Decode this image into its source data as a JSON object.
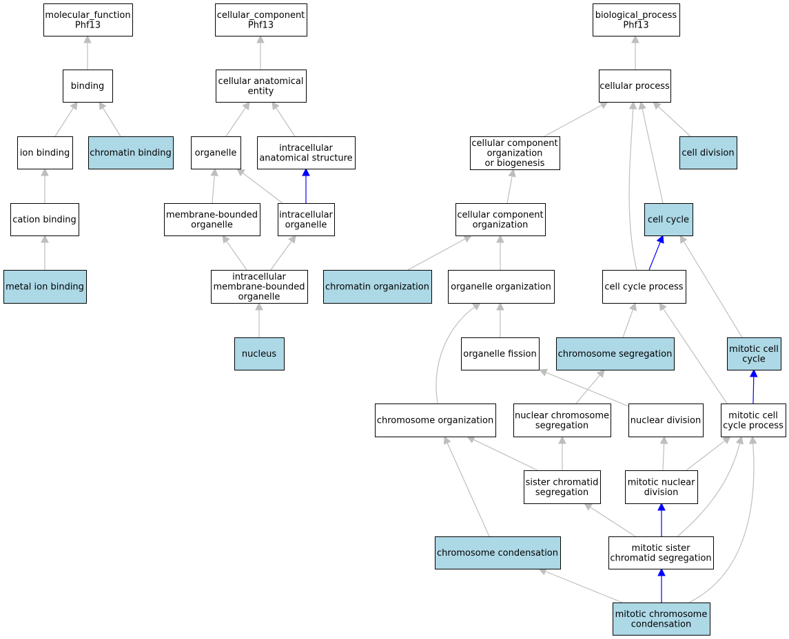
{
  "colors": {
    "highlight_fill": "#add8e6",
    "plain_fill": "#ffffff",
    "is_a_edge": "#bebebe",
    "part_of_edge": "#0000ff"
  },
  "nodes": [
    {
      "id": "mf_root",
      "lines": [
        "molecular_function",
        "Phf13"
      ],
      "highlight": false
    },
    {
      "id": "binding",
      "lines": [
        "binding"
      ],
      "highlight": false
    },
    {
      "id": "ion_binding",
      "lines": [
        "ion binding"
      ],
      "highlight": false
    },
    {
      "id": "chromatin_binding",
      "lines": [
        "chromatin binding"
      ],
      "highlight": true
    },
    {
      "id": "cation_binding",
      "lines": [
        "cation binding"
      ],
      "highlight": false
    },
    {
      "id": "metal_ion_binding",
      "lines": [
        "metal ion binding"
      ],
      "highlight": true
    },
    {
      "id": "cc_root",
      "lines": [
        "cellular_component",
        "Phf13"
      ],
      "highlight": false
    },
    {
      "id": "cellular_anatomical_entity",
      "lines": [
        "cellular anatomical",
        "entity"
      ],
      "highlight": false
    },
    {
      "id": "organelle",
      "lines": [
        "organelle"
      ],
      "highlight": false
    },
    {
      "id": "intracellular_anatomical_structure",
      "lines": [
        "intracellular",
        "anatomical structure"
      ],
      "highlight": false
    },
    {
      "id": "membrane_bounded_organelle",
      "lines": [
        "membrane-bounded",
        "organelle"
      ],
      "highlight": false
    },
    {
      "id": "intracellular_organelle",
      "lines": [
        "intracellular",
        "organelle"
      ],
      "highlight": false
    },
    {
      "id": "intracellular_mb_organelle",
      "lines": [
        "intracellular",
        "membrane-bounded",
        "organelle"
      ],
      "highlight": false
    },
    {
      "id": "nucleus",
      "lines": [
        "nucleus"
      ],
      "highlight": true
    },
    {
      "id": "bp_root",
      "lines": [
        "biological_process",
        "Phf13"
      ],
      "highlight": false
    },
    {
      "id": "cellular_process",
      "lines": [
        "cellular process"
      ],
      "highlight": false
    },
    {
      "id": "cc_org_biogenesis",
      "lines": [
        "cellular component",
        "organization",
        "or biogenesis"
      ],
      "highlight": false
    },
    {
      "id": "cell_division",
      "lines": [
        "cell division"
      ],
      "highlight": true
    },
    {
      "id": "cc_organization",
      "lines": [
        "cellular component",
        "organization"
      ],
      "highlight": false
    },
    {
      "id": "cell_cycle",
      "lines": [
        "cell cycle"
      ],
      "highlight": true
    },
    {
      "id": "chromatin_organization",
      "lines": [
        "chromatin organization"
      ],
      "highlight": true
    },
    {
      "id": "organelle_organization",
      "lines": [
        "organelle organization"
      ],
      "highlight": false
    },
    {
      "id": "cell_cycle_process",
      "lines": [
        "cell cycle process"
      ],
      "highlight": false
    },
    {
      "id": "organelle_fission",
      "lines": [
        "organelle fission"
      ],
      "highlight": false
    },
    {
      "id": "chromosome_segregation",
      "lines": [
        "chromosome segregation"
      ],
      "highlight": true
    },
    {
      "id": "mitotic_cell_cycle",
      "lines": [
        "mitotic cell",
        "cycle"
      ],
      "highlight": true
    },
    {
      "id": "chromosome_organization",
      "lines": [
        "chromosome organization"
      ],
      "highlight": false
    },
    {
      "id": "nuclear_chromosome_segregation",
      "lines": [
        "nuclear chromosome",
        "segregation"
      ],
      "highlight": false
    },
    {
      "id": "nuclear_division",
      "lines": [
        "nuclear division"
      ],
      "highlight": false
    },
    {
      "id": "mitotic_cell_cycle_process",
      "lines": [
        "mitotic cell",
        "cycle process"
      ],
      "highlight": false
    },
    {
      "id": "sister_chromatid_segregation",
      "lines": [
        "sister chromatid",
        "segregation"
      ],
      "highlight": false
    },
    {
      "id": "mitotic_nuclear_division",
      "lines": [
        "mitotic nuclear",
        "division"
      ],
      "highlight": false
    },
    {
      "id": "chromosome_condensation",
      "lines": [
        "chromosome condensation"
      ],
      "highlight": true
    },
    {
      "id": "mitotic_sister_chromatid_segregation",
      "lines": [
        "mitotic sister",
        "chromatid segregation"
      ],
      "highlight": false
    },
    {
      "id": "mitotic_chromosome_condensation",
      "lines": [
        "mitotic chromosome",
        "condensation"
      ],
      "highlight": true
    }
  ],
  "edges": [
    {
      "from": "binding",
      "to": "mf_root",
      "type": "is_a"
    },
    {
      "from": "ion_binding",
      "to": "binding",
      "type": "is_a"
    },
    {
      "from": "chromatin_binding",
      "to": "binding",
      "type": "is_a"
    },
    {
      "from": "cation_binding",
      "to": "ion_binding",
      "type": "is_a"
    },
    {
      "from": "metal_ion_binding",
      "to": "cation_binding",
      "type": "is_a"
    },
    {
      "from": "cellular_anatomical_entity",
      "to": "cc_root",
      "type": "is_a"
    },
    {
      "from": "organelle",
      "to": "cellular_anatomical_entity",
      "type": "is_a"
    },
    {
      "from": "intracellular_anatomical_structure",
      "to": "cellular_anatomical_entity",
      "type": "is_a"
    },
    {
      "from": "membrane_bounded_organelle",
      "to": "organelle",
      "type": "is_a"
    },
    {
      "from": "intracellular_organelle",
      "to": "organelle",
      "type": "is_a"
    },
    {
      "from": "intracellular_organelle",
      "to": "intracellular_anatomical_structure",
      "type": "part_of"
    },
    {
      "from": "intracellular_mb_organelle",
      "to": "membrane_bounded_organelle",
      "type": "is_a"
    },
    {
      "from": "intracellular_mb_organelle",
      "to": "intracellular_organelle",
      "type": "is_a"
    },
    {
      "from": "nucleus",
      "to": "intracellular_mb_organelle",
      "type": "is_a"
    },
    {
      "from": "cellular_process",
      "to": "bp_root",
      "type": "is_a"
    },
    {
      "from": "cc_org_biogenesis",
      "to": "cellular_process",
      "type": "is_a"
    },
    {
      "from": "cell_division",
      "to": "cellular_process",
      "type": "is_a"
    },
    {
      "from": "cell_cycle",
      "to": "cellular_process",
      "type": "is_a"
    },
    {
      "from": "cell_cycle_process",
      "to": "cellular_process",
      "type": "is_a"
    },
    {
      "from": "cc_organization",
      "to": "cc_org_biogenesis",
      "type": "is_a"
    },
    {
      "from": "cell_cycle_process",
      "to": "cell_cycle",
      "type": "part_of"
    },
    {
      "from": "chromatin_organization",
      "to": "cc_organization",
      "type": "is_a"
    },
    {
      "from": "organelle_organization",
      "to": "cc_organization",
      "type": "is_a"
    },
    {
      "from": "organelle_fission",
      "to": "organelle_organization",
      "type": "is_a"
    },
    {
      "from": "chromosome_organization",
      "to": "organelle_organization",
      "type": "is_a"
    },
    {
      "from": "chromosome_segregation",
      "to": "cell_cycle_process",
      "type": "is_a"
    },
    {
      "from": "mitotic_cell_cycle_process",
      "to": "cell_cycle_process",
      "type": "is_a"
    },
    {
      "from": "mitotic_cell_cycle",
      "to": "cell_cycle",
      "type": "is_a"
    },
    {
      "from": "mitotic_cell_cycle_process",
      "to": "mitotic_cell_cycle",
      "type": "part_of"
    },
    {
      "from": "nuclear_chromosome_segregation",
      "to": "chromosome_segregation",
      "type": "is_a"
    },
    {
      "from": "nuclear_division",
      "to": "organelle_fission",
      "type": "is_a"
    },
    {
      "from": "sister_chromatid_segregation",
      "to": "nuclear_chromosome_segregation",
      "type": "is_a"
    },
    {
      "from": "sister_chromatid_segregation",
      "to": "chromosome_organization",
      "type": "is_a"
    },
    {
      "from": "chromosome_condensation",
      "to": "chromosome_organization",
      "type": "is_a"
    },
    {
      "from": "mitotic_nuclear_division",
      "to": "nuclear_division",
      "type": "is_a"
    },
    {
      "from": "mitotic_nuclear_division",
      "to": "mitotic_cell_cycle_process",
      "type": "is_a"
    },
    {
      "from": "mitotic_sister_chromatid_segregation",
      "to": "sister_chromatid_segregation",
      "type": "is_a"
    },
    {
      "from": "mitotic_sister_chromatid_segregation",
      "to": "mitotic_nuclear_division",
      "type": "part_of"
    },
    {
      "from": "mitotic_sister_chromatid_segregation",
      "to": "mitotic_cell_cycle_process",
      "type": "is_a"
    },
    {
      "from": "mitotic_chromosome_condensation",
      "to": "chromosome_condensation",
      "type": "is_a"
    },
    {
      "from": "mitotic_chromosome_condensation",
      "to": "mitotic_sister_chromatid_segregation",
      "type": "part_of"
    },
    {
      "from": "mitotic_chromosome_condensation",
      "to": "mitotic_cell_cycle_process",
      "type": "is_a"
    }
  ]
}
